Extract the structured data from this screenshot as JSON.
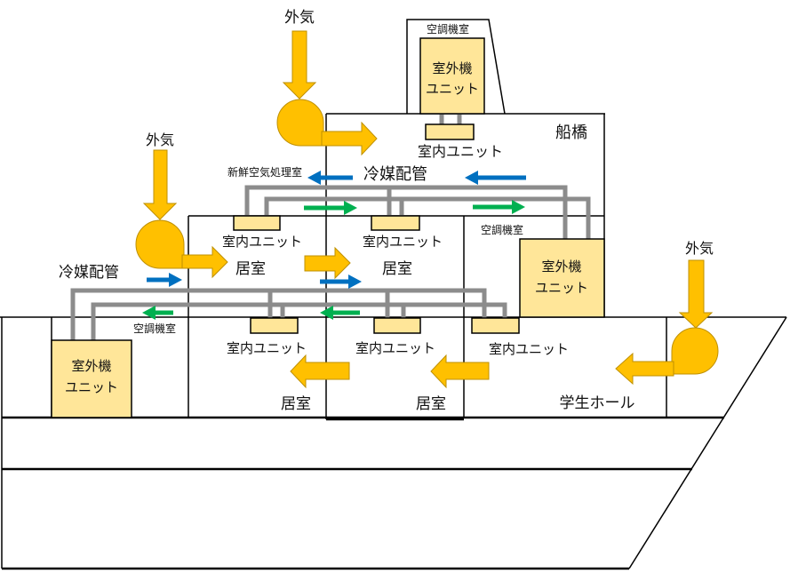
{
  "colors": {
    "airflow": "#FFC000",
    "airflow_stroke": "#BF9000",
    "unit": "#FFE699",
    "pipe": "#8C8C8C",
    "flow_supply": "#0070C0",
    "flow_return": "#00B050"
  },
  "bridge_deck": {
    "name": "船橋",
    "machine_room": "空調機室",
    "outdoor_unit": {
      "line1": "室外機",
      "line2": "ユニット"
    },
    "indoor_unit": "室内ユニット",
    "outside_air": "外気",
    "refrigerant_piping": "冷媒配管"
  },
  "upper_deck": {
    "fresh_air_room": "新鮮空気処理室",
    "outside_air": "外気",
    "refrigerant_piping": "冷媒配管",
    "machine_room": "空調機室",
    "outdoor_unit": {
      "line1": "室外機",
      "line2": "ユニット"
    },
    "rooms": [
      {
        "name": "居室",
        "indoor_unit": "室内ユニット"
      },
      {
        "name": "居室",
        "indoor_unit": "室内ユニット"
      }
    ]
  },
  "lower_deck": {
    "machine_room": "空調機室",
    "outdoor_unit": {
      "line1": "室外機",
      "line2": "ユニット"
    },
    "outside_air": "外気",
    "rooms": [
      {
        "name": "居室",
        "indoor_unit": "室内ユニット"
      },
      {
        "name": "居室",
        "indoor_unit": "室内ユニット"
      },
      {
        "name": "学生ホール",
        "indoor_unit": "室内ユニット"
      }
    ]
  }
}
